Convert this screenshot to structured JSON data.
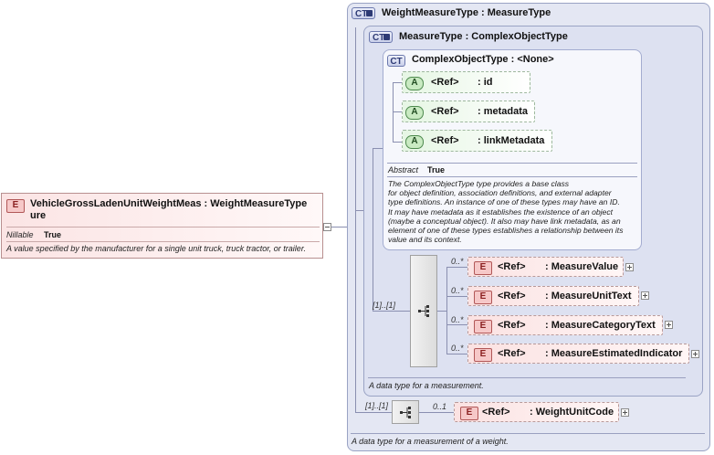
{
  "root_element": {
    "badge": "E",
    "name_line1": "VehicleGrossLadenUnitWeightMeas",
    "name_line2": "ure",
    "type": ": WeightMeasureType",
    "nillable_label": "Nillable",
    "nillable_value": "True",
    "doc": "A value specified by the manufacturer for a single unit truck, truck tractor, or trailer."
  },
  "weight_measure_type": {
    "badge": "CT",
    "title": "WeightMeasureType",
    "base": ": MeasureType",
    "doc": "A data type for a measurement of a weight.",
    "sequence_multiplicity": "[1]..[1]",
    "element": {
      "badge": "E",
      "ref": "<Ref>",
      "name": ": WeightUnitCode",
      "multiplicity": "0..1"
    }
  },
  "measure_type": {
    "badge": "CT",
    "title": "MeasureType",
    "base": ": ComplexObjectType",
    "doc": "A data type for a measurement.",
    "sequence_multiplicity": "[1]..[1]",
    "elements": [
      {
        "badge": "E",
        "ref": "<Ref>",
        "name": ": MeasureValue",
        "multiplicity": "0..*"
      },
      {
        "badge": "E",
        "ref": "<Ref>",
        "name": ": MeasureUnitText",
        "multiplicity": "0..*"
      },
      {
        "badge": "E",
        "ref": "<Ref>",
        "name": ": MeasureCategoryText",
        "multiplicity": "0..*"
      },
      {
        "badge": "E",
        "ref": "<Ref>",
        "name": ": MeasureEstimatedIndicator",
        "multiplicity": "0..*"
      }
    ]
  },
  "complex_object_type": {
    "badge": "CT",
    "title": "ComplexObjectType",
    "base": ": <None>",
    "abstract_label": "Abstract",
    "abstract_value": "True",
    "attributes": [
      {
        "badge": "A",
        "ref": "<Ref>",
        "name": ": id"
      },
      {
        "badge": "A",
        "ref": "<Ref>",
        "name": ": metadata"
      },
      {
        "badge": "A",
        "ref": "<Ref>",
        "name": ": linkMetadata"
      }
    ],
    "doc_lines": [
      "The ComplexObjectType type provides a base class",
      "for object definition, association definitions, and external adapter",
      "type definitions. An instance of one of these types may have an ID.",
      "It may have metadata as it establishes the existence of an object",
      "(maybe a conceptual object). It also may have link metadata, as an",
      "element of one of these types establishes a relationship between its",
      "value and its context."
    ]
  },
  "colors": {
    "ct_background": "#e4e7f3",
    "element_fill": "#fbe2e2",
    "attribute_fill": "#e6f6e4"
  }
}
